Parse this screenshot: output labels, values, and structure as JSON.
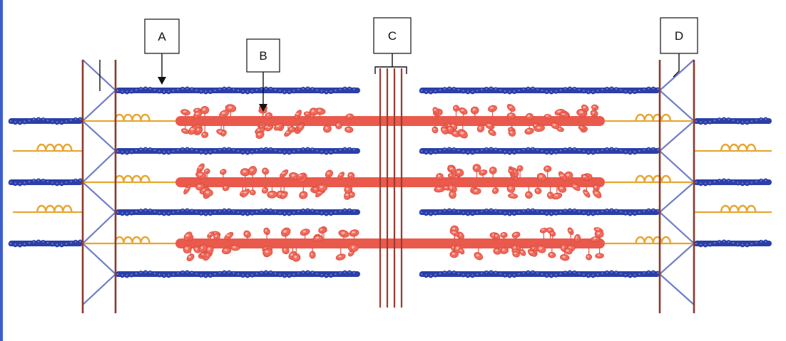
{
  "labels": {
    "a": "A",
    "b": "B",
    "c": "C",
    "d": "D"
  },
  "colors": {
    "actin": "#2b3fa8",
    "actin_dot": "#6f84d8",
    "myosin": "#ea5a4c",
    "myosin_head": "#f26a5a",
    "titin": "#e8a632",
    "z_line": "#8a3a30",
    "z_cross": "#6f7fc8",
    "m_line": "#9b3b2f",
    "frame": "#3b5fcf"
  }
}
